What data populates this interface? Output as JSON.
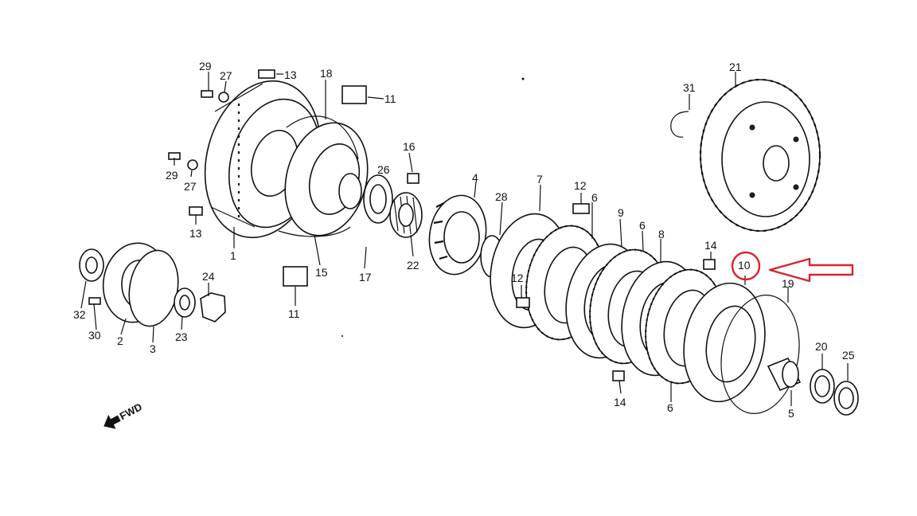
{
  "labels": {
    "p1": "1",
    "p2": "2",
    "p3": "3",
    "p4": "4",
    "p5": "5",
    "p6a": "6",
    "p6b": "6",
    "p6c": "6",
    "p7": "7",
    "p8": "8",
    "p9": "9",
    "p10": "10",
    "p11a": "11",
    "p11b": "11",
    "p12a": "12",
    "p12b": "12",
    "p13a": "13",
    "p13b": "13",
    "p14a": "14",
    "p14b": "14",
    "p15": "15",
    "p16": "16",
    "p17": "17",
    "p18": "18",
    "p19": "19",
    "p20": "20",
    "p21": "21",
    "p22": "22",
    "p23": "23",
    "p24": "24",
    "p25": "25",
    "p26": "26",
    "p27a": "27",
    "p27b": "27",
    "p28": "28",
    "p29a": "29",
    "p29b": "29",
    "p30": "30",
    "p31": "31",
    "p32": "32"
  },
  "fwd_label": "FWD",
  "highlight": {
    "part": "10",
    "color": "#d9232e"
  },
  "colors": {
    "line": "#111111",
    "background": "#ffffff"
  }
}
